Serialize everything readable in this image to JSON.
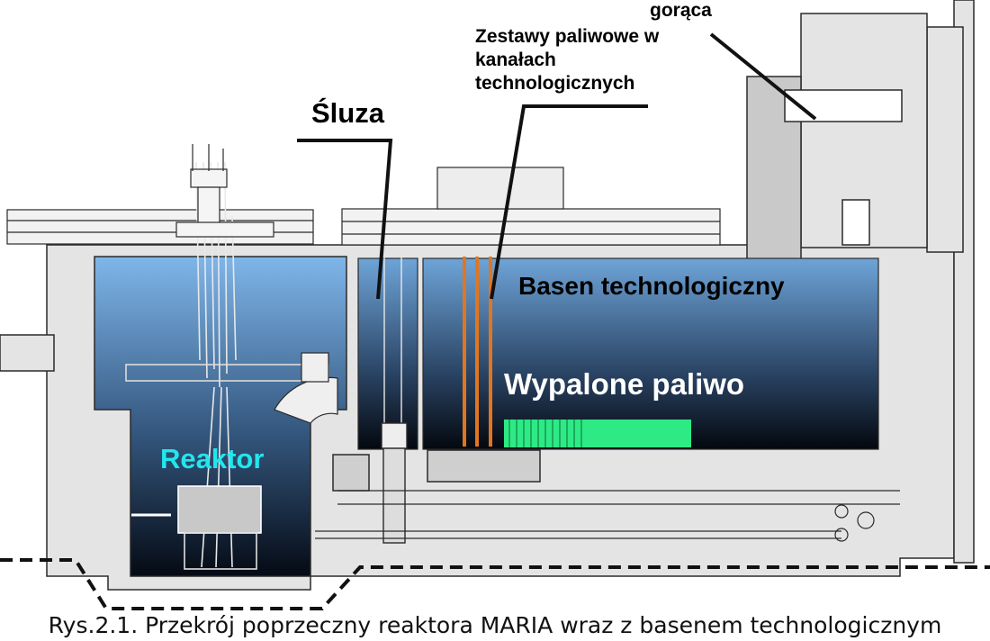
{
  "labels": {
    "goraca": "gorąca",
    "zestawy": "Zestawy paliwowe w kanałach technologicznych",
    "sluza": "Śluza",
    "basen": "Basen technologiczny",
    "wypalone": "Wypalone paliwo",
    "reaktor": "Reaktor"
  },
  "caption": "Rys.2.1. Przekrój poprzeczny reaktora MARIA wraz z basenem technologicznym",
  "colors": {
    "wall": "#e4e4e4",
    "outline": "#2a2a2a",
    "water_top": "#7fb6ea",
    "water_bottom": "#050a14",
    "fuel_rods": "#e0761f",
    "spent_fuel": "#2dea85",
    "reaktor_label": "#22e6ee"
  }
}
